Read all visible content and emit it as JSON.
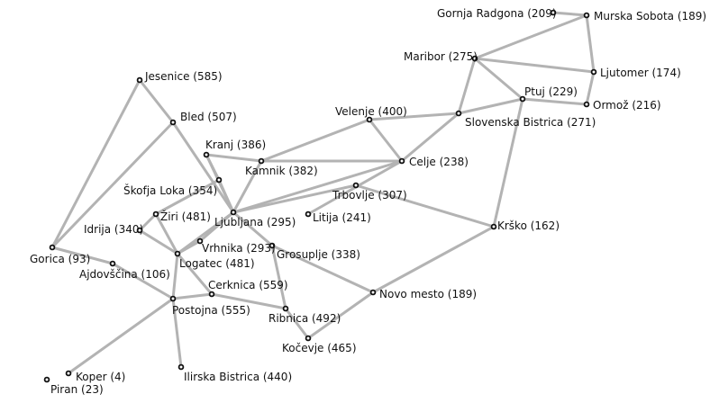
{
  "colors": {
    "edge": "#b3b3b3",
    "node_fill": "#ffffff",
    "node_stroke": "#111111",
    "label": "#111111",
    "background": "#ffffff"
  },
  "nodes": [
    {
      "id": "gornja-radgona",
      "label": "Gornja Radgona (209)"
    },
    {
      "id": "murska-sobota",
      "label": "Murska Sobota (189)"
    },
    {
      "id": "maribor",
      "label": "Maribor (275)"
    },
    {
      "id": "ljutomer",
      "label": "Ljutomer (174)"
    },
    {
      "id": "ptuj",
      "label": "Ptuj (229)"
    },
    {
      "id": "ormoz",
      "label": "Ormož (216)"
    },
    {
      "id": "jesenice",
      "label": "Jesenice (585)"
    },
    {
      "id": "velenje",
      "label": "Velenje (400)"
    },
    {
      "id": "slovenska-bistrica",
      "label": "Slovenska Bistrica (271)"
    },
    {
      "id": "bled",
      "label": "Bled (507)"
    },
    {
      "id": "kranj",
      "label": "Kranj (386)"
    },
    {
      "id": "kamnik",
      "label": "Kamnik (382)"
    },
    {
      "id": "celje",
      "label": "Celje (238)"
    },
    {
      "id": "skofja-loka",
      "label": "Škofja Loka (354)"
    },
    {
      "id": "trbovlje",
      "label": "Trbovlje (307)"
    },
    {
      "id": "ziri",
      "label": "Žiri (481)"
    },
    {
      "id": "ljubljana",
      "label": "Ljubljana (295)"
    },
    {
      "id": "litija",
      "label": "Litija (241)"
    },
    {
      "id": "idrija",
      "label": "Idrija (340)"
    },
    {
      "id": "krsko",
      "label": "Krško (162)"
    },
    {
      "id": "vrhnika",
      "label": "Vrhnika (293)"
    },
    {
      "id": "gorica",
      "label": "Gorica (93)"
    },
    {
      "id": "grosuplje",
      "label": "Grosuplje (338)"
    },
    {
      "id": "logatec",
      "label": "Logatec (481)"
    },
    {
      "id": "ajdovscina",
      "label": "Ajdovščina (106)"
    },
    {
      "id": "cerknica",
      "label": "Cerknica (559)"
    },
    {
      "id": "novo-mesto",
      "label": "Novo mesto (189)"
    },
    {
      "id": "postojna",
      "label": "Postojna (555)"
    },
    {
      "id": "ribnica",
      "label": "Ribnica (492)"
    },
    {
      "id": "kocevje",
      "label": "Kočevje (465)"
    },
    {
      "id": "koper",
      "label": "Koper (4)"
    },
    {
      "id": "ilirska-bistrica",
      "label": "Ilirska Bistrica (440)"
    },
    {
      "id": "piran",
      "label": "Piran (23)"
    }
  ],
  "edges": [
    [
      "gornja-radgona",
      "murska-sobota"
    ],
    [
      "murska-sobota",
      "maribor"
    ],
    [
      "murska-sobota",
      "ljutomer"
    ],
    [
      "maribor",
      "ljutomer"
    ],
    [
      "maribor",
      "ptuj"
    ],
    [
      "maribor",
      "slovenska-bistrica"
    ],
    [
      "ljutomer",
      "ormoz"
    ],
    [
      "ptuj",
      "ormoz"
    ],
    [
      "ptuj",
      "slovenska-bistrica"
    ],
    [
      "ptuj",
      "krsko"
    ],
    [
      "slovenska-bistrica",
      "velenje"
    ],
    [
      "slovenska-bistrica",
      "celje"
    ],
    [
      "velenje",
      "kamnik"
    ],
    [
      "velenje",
      "celje"
    ],
    [
      "celje",
      "kamnik"
    ],
    [
      "celje",
      "ljubljana"
    ],
    [
      "celje",
      "litija"
    ],
    [
      "trbovlje",
      "ljubljana"
    ],
    [
      "trbovlje",
      "krsko"
    ],
    [
      "krsko",
      "novo-mesto"
    ],
    [
      "jesenice",
      "gorica"
    ],
    [
      "jesenice",
      "bled"
    ],
    [
      "bled",
      "gorica"
    ],
    [
      "bled",
      "ljubljana"
    ],
    [
      "kranj",
      "kamnik"
    ],
    [
      "kranj",
      "ljubljana"
    ],
    [
      "kranj",
      "skofja-loka"
    ],
    [
      "kamnik",
      "ljubljana"
    ],
    [
      "skofja-loka",
      "ljubljana"
    ],
    [
      "skofja-loka",
      "ziri"
    ],
    [
      "ziri",
      "idrija"
    ],
    [
      "ziri",
      "logatec"
    ],
    [
      "idrija",
      "logatec"
    ],
    [
      "ljubljana",
      "vrhnika"
    ],
    [
      "ljubljana",
      "grosuplje"
    ],
    [
      "ljubljana",
      "logatec"
    ],
    [
      "vrhnika",
      "logatec"
    ],
    [
      "grosuplje",
      "novo-mesto"
    ],
    [
      "grosuplje",
      "ribnica"
    ],
    [
      "gorica",
      "ajdovscina"
    ],
    [
      "ajdovscina",
      "postojna"
    ],
    [
      "logatec",
      "cerknica"
    ],
    [
      "logatec",
      "postojna"
    ],
    [
      "cerknica",
      "postojna"
    ],
    [
      "cerknica",
      "ribnica"
    ],
    [
      "postojna",
      "koper"
    ],
    [
      "postojna",
      "ilirska-bistrica"
    ],
    [
      "ribnica",
      "kocevje"
    ],
    [
      "kocevje",
      "novo-mesto"
    ]
  ]
}
